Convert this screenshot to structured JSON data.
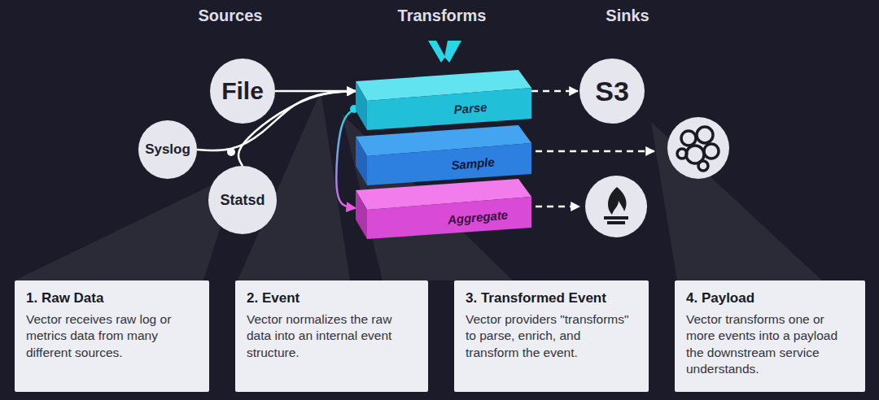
{
  "diagram": {
    "nodes": [
      {
        "text": [
          "File"
        ]
      },
      {
        "text": [
          "Syslog"
        ]
      },
      {
        "text": [
          "Statsd"
        ]
      },
      {
        "text": [
          "Parse"
        ]
      },
      {
        "text": [
          "Sample"
        ]
      },
      {
        "text": [
          "Aggregate"
        ]
      },
      {
        "text": [
          "S3"
        ]
      },
      {
        "text": [
          "1. Raw Data",
          "Vector receives raw log or metrics data from many different sources."
        ]
      },
      {
        "text": [
          "2. Event",
          "Vector normalizes the raw data into an internal event structure."
        ]
      },
      {
        "text": [
          "3. Transformed Event",
          "Vector providers \"transforms\" to parse, enrich, and transform the event."
        ]
      },
      {
        "text": [
          "4. Payload",
          "Vector transforms one or more events into a payload the downstream service understands."
        ]
      }
    ],
    "edges": [
      {
        "from": 0,
        "to": 3,
        "arrow": "to"
      },
      {
        "from": 1,
        "to": 3,
        "arrow": "to"
      },
      {
        "from": 2,
        "to": 3,
        "arrow": "to"
      },
      {
        "from": 3,
        "to": 5,
        "arrow": "to"
      },
      {
        "from": 3,
        "to": 6,
        "arrow": "to"
      }
    ],
    "labels": [
      "Sources",
      "Transforms",
      "Sinks"
    ]
  }
}
